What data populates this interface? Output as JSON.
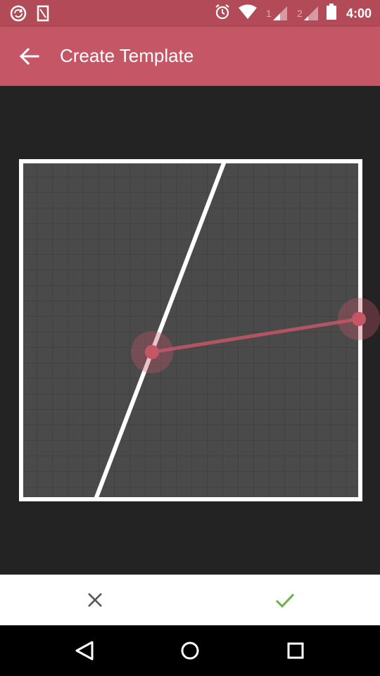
{
  "status_bar": {
    "time": "4:00",
    "sim1_label": "1",
    "sim2_label": "2",
    "icons": [
      "sync-icon",
      "sd-card-icon",
      "alarm-icon",
      "wifi-icon",
      "signal-sim1-icon",
      "signal-sim2-icon",
      "battery-icon"
    ]
  },
  "app_bar": {
    "title": "Create Template",
    "back_icon": "arrow-back-icon"
  },
  "actions": {
    "cancel_icon": "close-icon",
    "confirm_icon": "check-icon"
  },
  "navigation": {
    "back_icon": "nav-back-icon",
    "home_icon": "nav-home-icon",
    "recents_icon": "nav-recents-icon"
  },
  "colors": {
    "accent": "#c45666",
    "status_bar": "#b24a57",
    "grid_background": "#4a4a4a",
    "confirm_green": "#6ab04c"
  }
}
